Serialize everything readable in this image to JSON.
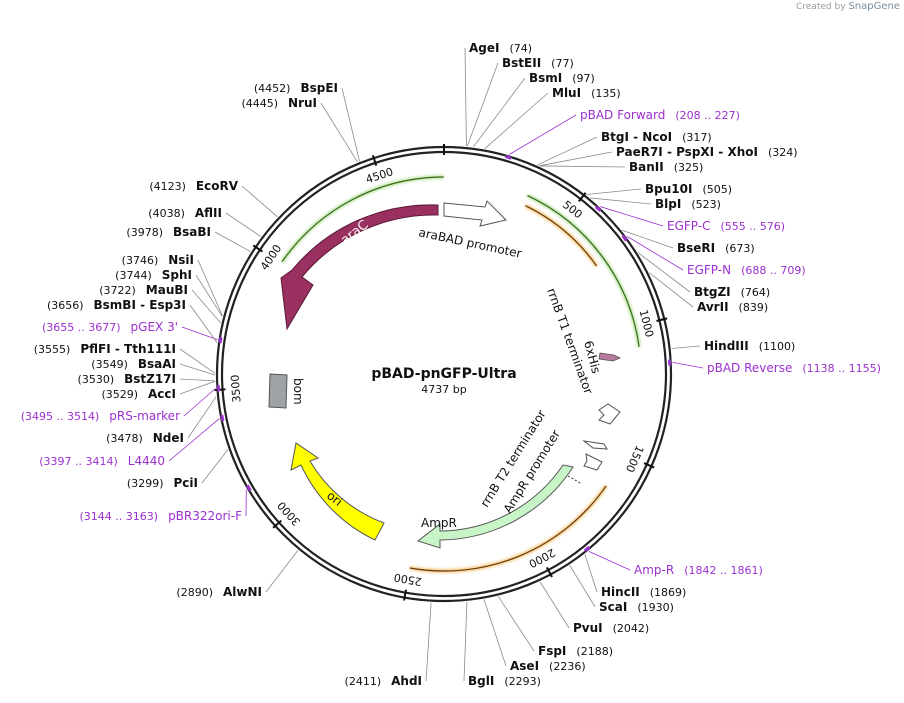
{
  "credit": {
    "prefix": "Created by",
    "brand": "SnapGene"
  },
  "plasmid": {
    "name": "pBAD-pnGFP-Ultra",
    "length_label": "4737 bp",
    "length": 4737
  },
  "ticks": [
    {
      "pos": 500,
      "label": "500"
    },
    {
      "pos": 1000,
      "label": "1000"
    },
    {
      "pos": 1500,
      "label": "1500"
    },
    {
      "pos": 2000,
      "label": "2000"
    },
    {
      "pos": 2500,
      "label": "2500"
    },
    {
      "pos": 3000,
      "label": "3000"
    },
    {
      "pos": 3500,
      "label": "3500"
    },
    {
      "pos": 4000,
      "label": "4000"
    },
    {
      "pos": 4500,
      "label": "4500"
    }
  ],
  "sites": [
    {
      "name": "AgeI",
      "loc": "(74)",
      "pos": 74,
      "type": "enzyme"
    },
    {
      "name": "BstEII",
      "loc": "(77)",
      "pos": 77,
      "type": "enzyme"
    },
    {
      "name": "BsmI",
      "loc": "(97)",
      "pos": 97,
      "type": "enzyme"
    },
    {
      "name": "MluI",
      "loc": "(135)",
      "pos": 135,
      "type": "enzyme"
    },
    {
      "name": "pBAD Forward",
      "loc": "(208 .. 227)",
      "pos": 218,
      "type": "primer"
    },
    {
      "name": "BtgI  - NcoI",
      "loc": "(317)",
      "pos": 317,
      "type": "enzyme"
    },
    {
      "name": "PaeR7I  - PspXI  - XhoI",
      "loc": "(324)",
      "pos": 324,
      "type": "enzyme"
    },
    {
      "name": "BanII",
      "loc": "(325)",
      "pos": 325,
      "type": "enzyme"
    },
    {
      "name": "Bpu10I",
      "loc": "(505)",
      "pos": 505,
      "type": "enzyme"
    },
    {
      "name": "BlpI",
      "loc": "(523)",
      "pos": 523,
      "type": "enzyme"
    },
    {
      "name": "EGFP-C",
      "loc": "(555 .. 576)",
      "pos": 566,
      "type": "primer"
    },
    {
      "name": "BseRI",
      "loc": "(673)",
      "pos": 673,
      "type": "enzyme"
    },
    {
      "name": "EGFP-N",
      "loc": "(688 .. 709)",
      "pos": 698,
      "type": "primer"
    },
    {
      "name": "BtgZI",
      "loc": "(764)",
      "pos": 764,
      "type": "enzyme"
    },
    {
      "name": "AvrII",
      "loc": "(839)",
      "pos": 839,
      "type": "enzyme"
    },
    {
      "name": "HindIII",
      "loc": "(1100)",
      "pos": 1100,
      "type": "enzyme"
    },
    {
      "name": "pBAD Reverse",
      "loc": "(1138 .. 1155)",
      "pos": 1146,
      "type": "primer"
    },
    {
      "name": "Amp-R",
      "loc": "(1842 .. 1861)",
      "pos": 1852,
      "type": "primer"
    },
    {
      "name": "HincII",
      "loc": "(1869)",
      "pos": 1869,
      "type": "enzyme"
    },
    {
      "name": "ScaI",
      "loc": "(1930)",
      "pos": 1930,
      "type": "enzyme"
    },
    {
      "name": "PvuI",
      "loc": "(2042)",
      "pos": 2042,
      "type": "enzyme"
    },
    {
      "name": "FspI",
      "loc": "(2188)",
      "pos": 2188,
      "type": "enzyme"
    },
    {
      "name": "AseI",
      "loc": "(2236)",
      "pos": 2236,
      "type": "enzyme"
    },
    {
      "name": "BglI",
      "loc": "(2293)",
      "pos": 2293,
      "type": "enzyme"
    },
    {
      "name": "AhdI",
      "loc": "(2411)",
      "pos": 2411,
      "type": "enzyme"
    },
    {
      "name": "AlwNI",
      "loc": "(2890)",
      "pos": 2890,
      "type": "enzyme"
    },
    {
      "name": "pBR322ori-F",
      "loc": "(3144 .. 3163)",
      "pos": 3154,
      "type": "primer"
    },
    {
      "name": "PciI",
      "loc": "(3299)",
      "pos": 3299,
      "type": "enzyme"
    },
    {
      "name": "L4440",
      "loc": "(3397 .. 3414)",
      "pos": 3405,
      "type": "primer"
    },
    {
      "name": "NdeI",
      "loc": "(3478)",
      "pos": 3478,
      "type": "enzyme"
    },
    {
      "name": "pRS-marker",
      "loc": "(3495 .. 3514)",
      "pos": 3505,
      "type": "primer"
    },
    {
      "name": "AccI",
      "loc": "(3529)",
      "pos": 3529,
      "type": "enzyme"
    },
    {
      "name": "BstZ17I",
      "loc": "(3530)",
      "pos": 3530,
      "type": "enzyme"
    },
    {
      "name": "BsaAI",
      "loc": "(3549)",
      "pos": 3549,
      "type": "enzyme"
    },
    {
      "name": "PflFI  - Tth111I",
      "loc": "(3555)",
      "pos": 3555,
      "type": "enzyme"
    },
    {
      "name": "pGEX 3'",
      "loc": "(3655 .. 3677)",
      "pos": 3666,
      "type": "primer"
    },
    {
      "name": "BsmBI  - Esp3I",
      "loc": "(3656)",
      "pos": 3656,
      "type": "enzyme"
    },
    {
      "name": "MauBI",
      "loc": "(3722)",
      "pos": 3722,
      "type": "enzyme"
    },
    {
      "name": "SphI",
      "loc": "(3744)",
      "pos": 3744,
      "type": "enzyme"
    },
    {
      "name": "NsiI",
      "loc": "(3746)",
      "pos": 3746,
      "type": "enzyme"
    },
    {
      "name": "BsaBI",
      "loc": "(3978)",
      "pos": 3978,
      "type": "enzyme"
    },
    {
      "name": "AflII",
      "loc": "(4038)",
      "pos": 4038,
      "type": "enzyme"
    },
    {
      "name": "EcoRV",
      "loc": "(4123)",
      "pos": 4123,
      "type": "enzyme"
    },
    {
      "name": "NruI",
      "loc": "(4445)",
      "pos": 4445,
      "type": "enzyme"
    },
    {
      "name": "BspEI",
      "loc": "(4452)",
      "pos": 4452,
      "type": "enzyme"
    }
  ],
  "features": [
    {
      "label": "araC",
      "color": "#99305f",
      "kind": "arrow"
    },
    {
      "label": "araBAD promoter",
      "color": "#ffffff",
      "kind": "arrow"
    },
    {
      "label": "rrnB T1 terminator",
      "color": "#ffffff",
      "kind": "term"
    },
    {
      "label": "6xHis",
      "color": "#b57a9b",
      "kind": "tag"
    },
    {
      "label": "rrnB T2 terminator",
      "color": "#ffffff",
      "kind": "term"
    },
    {
      "label": "AmpR promoter",
      "color": "#ffffff",
      "kind": "arrow"
    },
    {
      "label": "AmpR",
      "color": "#c8f5c8",
      "kind": "arrow"
    },
    {
      "label": "ori",
      "color": "#ffff00",
      "kind": "arrow"
    },
    {
      "label": "bom",
      "color": "#9ea3a8",
      "kind": "box"
    }
  ],
  "colors": {
    "primer": "#9b30d0",
    "enzyme": "#111111",
    "orf_green": "#8fd36a",
    "orf_orange": "#f0a830",
    "backbone": "#222222"
  }
}
